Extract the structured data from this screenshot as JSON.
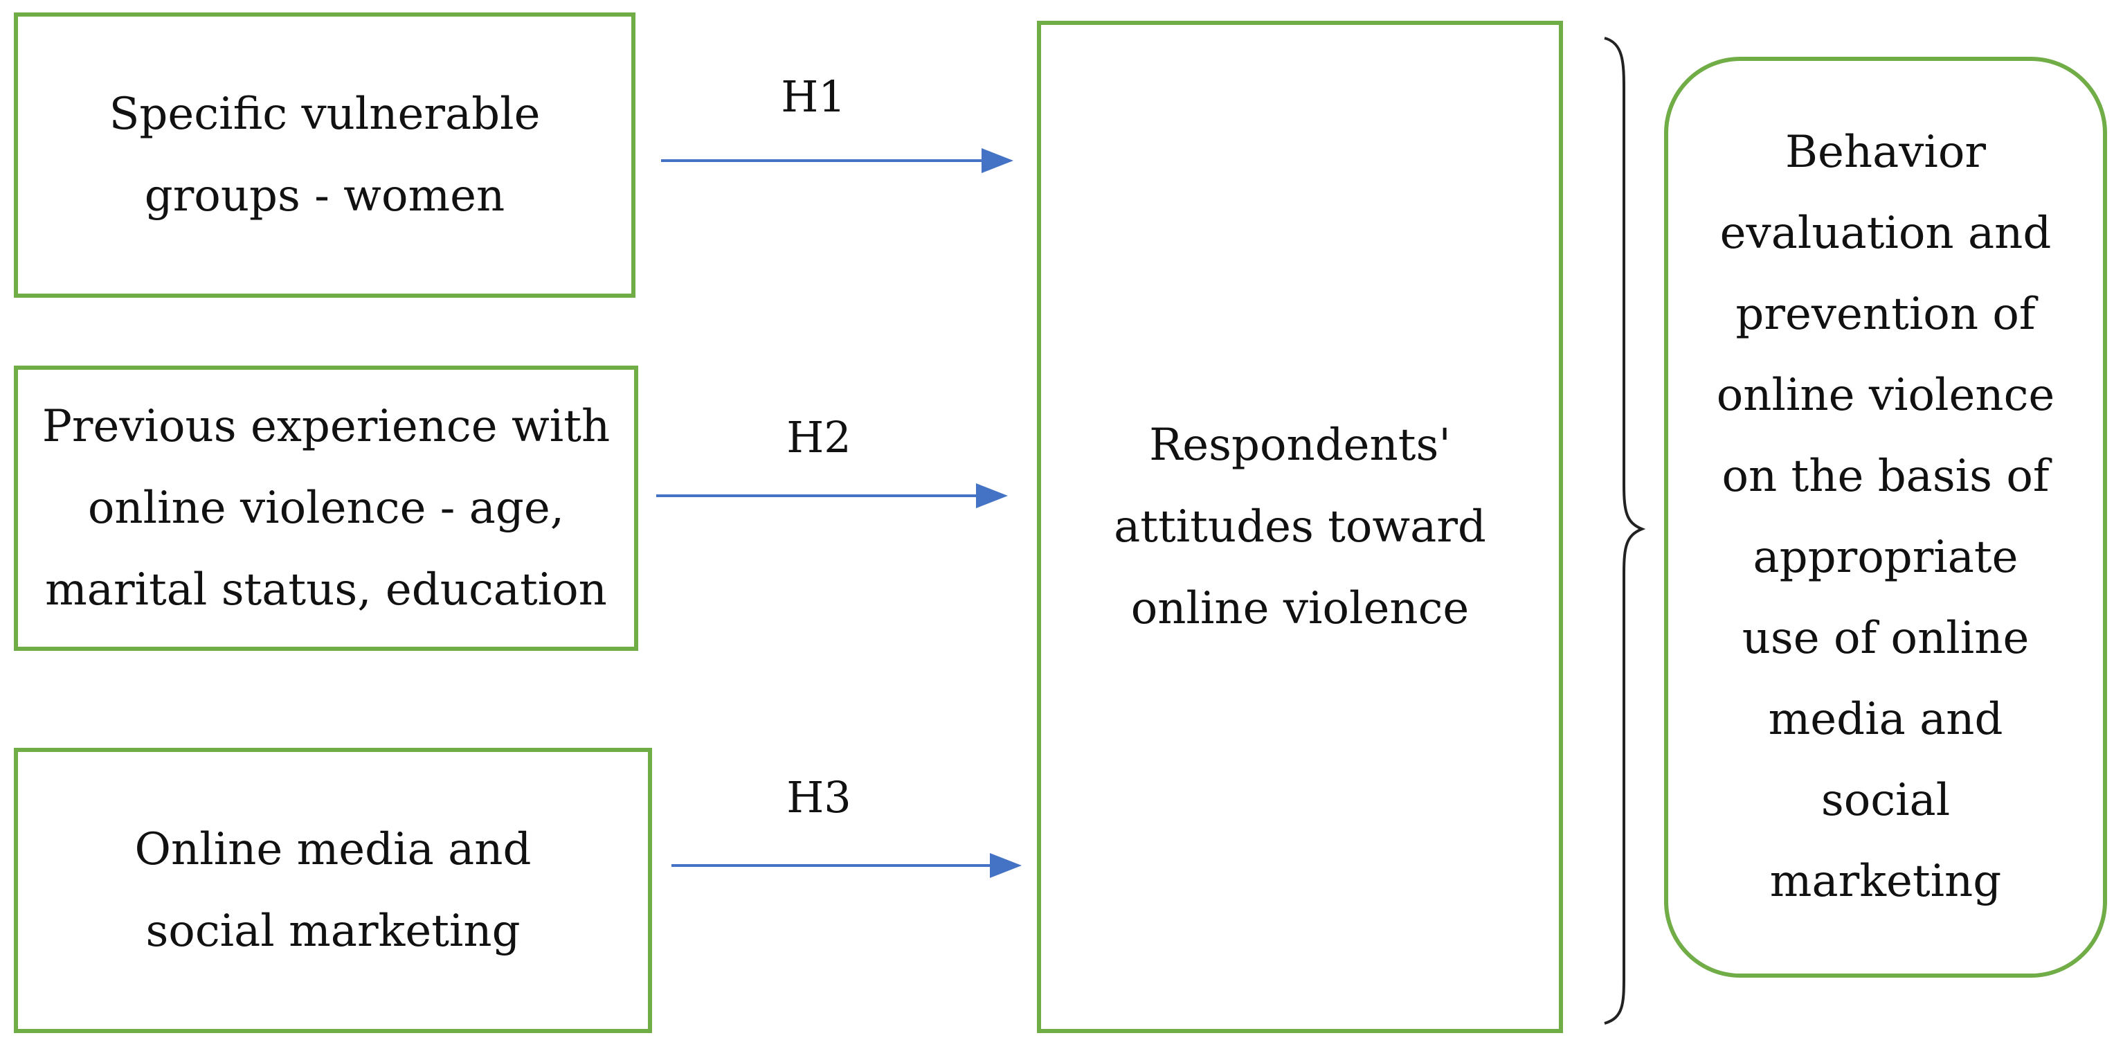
{
  "predictors": [
    {
      "label": "Specific vulnerable\ngroups - women"
    },
    {
      "label": "Previous experience with\nonline violence - age,\nmarital status, education"
    },
    {
      "label": "Online media and\nsocial marketing"
    }
  ],
  "hypotheses": [
    "H1",
    "H2",
    "H3"
  ],
  "mediator": {
    "label": "Respondents'\nattitudes toward\nonline violence"
  },
  "outcome": {
    "label": "Behavior\nevaluation and\nprevention of\nonline violence\non the basis of\nappropriate\nuse of online\nmedia and\nsocial\nmarketing"
  },
  "colors": {
    "box_border": "#70ad47",
    "arrow": "#4472c4",
    "brace": "#222222"
  }
}
